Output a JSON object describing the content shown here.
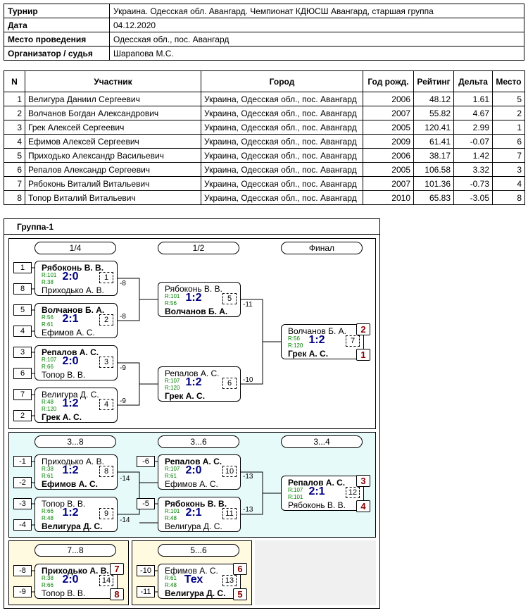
{
  "info": {
    "tournament_label": "Турнир",
    "tournament": "Украина. Одесская обл. Авангард. Чемпионат КДЮСШ Авангард, старшая группа",
    "date_label": "Дата",
    "date": "04.12.2020",
    "place_label": "Место проведения",
    "place": "Одесская обл., пос. Авангард",
    "organizer_label": "Организатор / судья",
    "organizer": "Шарапова М.С."
  },
  "participants": {
    "headers": {
      "n": "N",
      "name": "Участник",
      "city": "Город",
      "year": "Год рожд.",
      "rating": "Рейтинг",
      "delta": "Дельта",
      "place": "Место"
    },
    "rows": [
      {
        "n": "1",
        "name": "Велигура Даниил Сергеевич",
        "city": "Украина, Одесская обл., пос. Авангард",
        "year": "2006",
        "rating": "48.12",
        "delta": "1.61",
        "place": "5"
      },
      {
        "n": "2",
        "name": "Волчанов Богдан Александрович",
        "city": "Украина, Одесская обл., пос. Авангард",
        "year": "2007",
        "rating": "55.82",
        "delta": "4.67",
        "place": "2"
      },
      {
        "n": "3",
        "name": "Грек Алексей Сергеевич",
        "city": "Украина, Одесская обл., пос. Авангард",
        "year": "2005",
        "rating": "120.41",
        "delta": "2.99",
        "place": "1"
      },
      {
        "n": "4",
        "name": "Ефимов Алексей Сергеевич",
        "city": "Украина, Одесская обл., пос. Авангард",
        "year": "2009",
        "rating": "61.41",
        "delta": "-0.07",
        "place": "6"
      },
      {
        "n": "5",
        "name": "Приходько Александр Васильевич",
        "city": "Украина, Одесская обл., пос. Авангард",
        "year": "2006",
        "rating": "38.17",
        "delta": "1.42",
        "place": "7"
      },
      {
        "n": "6",
        "name": "Репалов Александр Сергеевич",
        "city": "Украина, Одесская обл., пос. Авангард",
        "year": "2005",
        "rating": "106.58",
        "delta": "3.32",
        "place": "3"
      },
      {
        "n": "7",
        "name": "Рябоконь Виталий Витальевич",
        "city": "Украина, Одесская обл., пос. Авангард",
        "year": "2007",
        "rating": "101.36",
        "delta": "-0.73",
        "place": "4"
      },
      {
        "n": "8",
        "name": "Топор Виталий Витальевич",
        "city": "Украина, Одесская обл., пос. Авангард",
        "year": "2010",
        "rating": "65.83",
        "delta": "-3.05",
        "place": "8"
      }
    ]
  },
  "group": {
    "title": "Группа-1",
    "stages": {
      "r4": "1/4",
      "r2": "1/2",
      "final": "Финал",
      "s38": "3...8",
      "s36": "3...6",
      "s34": "3...4",
      "s78": "7...8",
      "s56": "5...6"
    },
    "seeds": {
      "s1": "1",
      "s8": "8",
      "s5": "5",
      "s4": "4",
      "s3": "3",
      "s6": "6",
      "s7": "7",
      "s2": "2",
      "m1": "-1",
      "m2": "-2",
      "m3": "-3",
      "m4": "-4",
      "m5": "-5",
      "m6": "-6",
      "m8": "-8",
      "m9": "-9",
      "m10": "-10",
      "m11": "-11"
    },
    "loser_labels": {
      "l8a": "-8",
      "l8b": "-8",
      "l9a": "-9",
      "l9b": "-9",
      "l11": "-11",
      "l10": "-10",
      "l14a": "-14",
      "l14b": "-14",
      "l13a": "-13",
      "l13b": "-13"
    },
    "places": {
      "p2": "2",
      "p1": "1",
      "p3": "3",
      "p4": "4",
      "p7": "7",
      "p8": "8",
      "p6": "6",
      "p5": "5"
    },
    "matches": {
      "m1": {
        "p1": "Рябоконь В. В.",
        "p2": "Приходько А. В.",
        "ra": "R:101",
        "rb": "R:38",
        "score": "2:0",
        "num": "1"
      },
      "m2": {
        "p1": "Волчанов Б. А.",
        "p2": "Ефимов А. С.",
        "ra": "R:56",
        "rb": "R:61",
        "score": "2:1",
        "num": "2"
      },
      "m3": {
        "p1": "Репалов А. С.",
        "p2": "Топор В. В.",
        "ra": "R:107",
        "rb": "R:66",
        "score": "2:0",
        "num": "3"
      },
      "m4": {
        "p1": "Велигура Д. С.",
        "p2": "Грек А. С.",
        "ra": "R:48",
        "rb": "R:120",
        "score": "1:2",
        "num": "4"
      },
      "m5": {
        "p1": "Рябоконь В. В.",
        "p2": "Волчанов Б. А.",
        "ra": "R:101",
        "rb": "R:56",
        "score": "1:2",
        "num": "5"
      },
      "m6": {
        "p1": "Репалов А. С.",
        "p2": "Грек А. С.",
        "ra": "R:107",
        "rb": "R:120",
        "score": "1:2",
        "num": "6"
      },
      "m7": {
        "p1": "Волчанов Б. А.",
        "p2": "Грек А. С.",
        "ra": "R:56",
        "rb": "R:120",
        "score": "1:2",
        "num": "7"
      },
      "m8": {
        "p1": "Приходько А. В.",
        "p2": "Ефимов А. С.",
        "ra": "R:38",
        "rb": "R:61",
        "score": "1:2",
        "num": "8"
      },
      "m9": {
        "p1": "Топор В. В.",
        "p2": "Велигура Д. С.",
        "ra": "R:66",
        "rb": "R:48",
        "score": "1:2",
        "num": "9"
      },
      "m10": {
        "p1": "Репалов А. С.",
        "p2": "Ефимов А. С.",
        "ra": "R:107",
        "rb": "R:61",
        "score": "2:0",
        "num": "10"
      },
      "m11": {
        "p1": "Рябоконь В. В.",
        "p2": "Велигура Д. С.",
        "ra": "R:101",
        "rb": "R:48",
        "score": "2:1",
        "num": "11"
      },
      "m12": {
        "p1": "Репалов А. С.",
        "p2": "Рябоконь В. В.",
        "ra": "R:107",
        "rb": "R:101",
        "score": "2:1",
        "num": "12"
      },
      "m13": {
        "p1": "Ефимов А. С.",
        "p2": "Велигура Д. С.",
        "ra": "R:61",
        "rb": "R:48",
        "score": "Тех",
        "num": "13"
      },
      "m14": {
        "p1": "Приходько А. В.",
        "p2": "Топор В. В.",
        "ra": "R:38",
        "rb": "R:66",
        "score": "2:0",
        "num": "14"
      }
    }
  }
}
